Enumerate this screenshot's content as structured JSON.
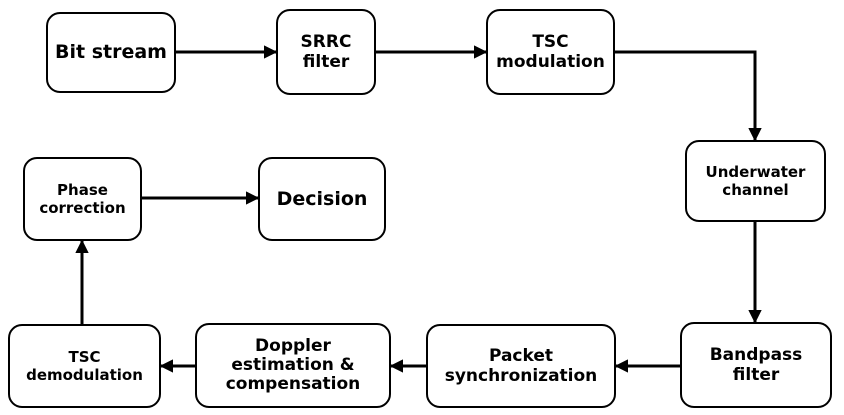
{
  "blocks": {
    "bit_stream": "Bit stream",
    "srrc_filter_1": "SRRC",
    "srrc_filter_2": "filter",
    "tsc_modulation_1": "TSC",
    "tsc_modulation_2": "modulation",
    "underwater_channel_1": "Underwater",
    "underwater_channel_2": "channel",
    "bandpass_filter_1": "Bandpass",
    "bandpass_filter_2": "filter",
    "packet_sync_1": "Packet",
    "packet_sync_2": "synchronization",
    "doppler_1": "Doppler",
    "doppler_2": "estimation &",
    "doppler_3": "compensation",
    "tsc_demodulation_1": "TSC",
    "tsc_demodulation_2": "demodulation",
    "phase_correction_1": "Phase",
    "phase_correction_2": "correction",
    "decision": "Decision"
  }
}
